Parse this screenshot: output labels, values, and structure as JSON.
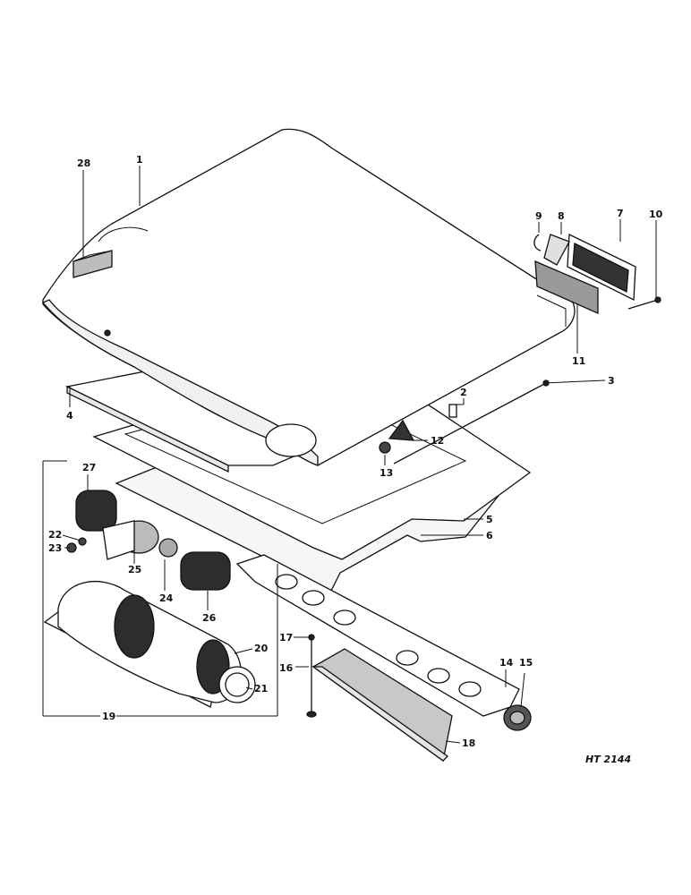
{
  "callouts": {
    "c1": "1",
    "c2": "2",
    "c3": "3",
    "c4": "4",
    "c5": "5",
    "c6": "6",
    "c7": "7",
    "c8": "8",
    "c9": "9",
    "c10": "10",
    "c11": "11",
    "c12": "12",
    "c13": "13",
    "c14": "14",
    "c15": "15",
    "c16": "16",
    "c17": "17",
    "c18": "18",
    "c19": "19",
    "c20": "20",
    "c21": "21",
    "c22": "22",
    "c23": "23",
    "c24": "24",
    "c25": "25",
    "c26": "26",
    "c27": "27",
    "c28": "28"
  },
  "reference": "HT 2144",
  "colors": {
    "ink": "#111111",
    "paper": "#ffffff",
    "shade": "#bdbdbd",
    "dark": "#333333"
  }
}
